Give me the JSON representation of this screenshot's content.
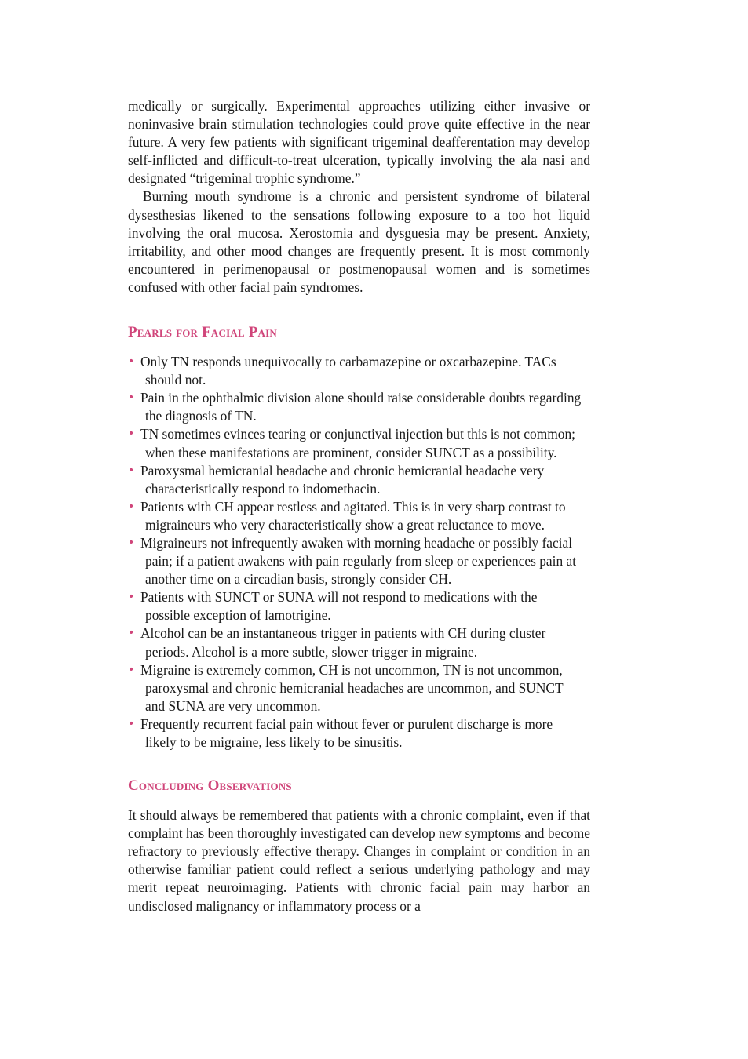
{
  "body": {
    "para1": "medically or surgically. Experimental approaches utilizing either invasive or noninvasive brain stimulation technologies could prove quite effective in the near future. A very few patients with significant trigeminal deafferentation may develop self-inflicted and difficult-to-treat ulceration, typically involving the ala nasi and designated “trigeminal trophic syndrome.”",
    "para2": "Burning mouth syndrome is a chronic and persistent syndrome of bilateral dysesthesias likened to the sensations following exposure to a too hot liquid involving the oral mucosa. Xerostomia and dysguesia may be present. Anxiety, irritability, and other mood changes are frequently present. It is most commonly encountered in perimenopausal or postmenopausal women and is sometimes confused with other facial pain syndromes."
  },
  "pearls": {
    "heading": "Pearls for Facial Pain",
    "bullet_glyph": "•",
    "items": [
      "Only TN responds unequivocally to carbamazepine or oxcarbazepine. TACs should not.",
      "Pain in the ophthalmic division alone should raise considerable doubts regarding the diagnosis of TN.",
      "TN sometimes evinces tearing or conjunctival injection but this is not common; when these manifestations are prominent, consider SUNCT as a possibility.",
      "Paroxysmal hemicranial headache and chronic hemicranial headache very characteristically respond to indomethacin.",
      "Patients with CH appear restless and agitated. This is in very sharp contrast to migraineurs who very characteristically show a great reluctance to move.",
      "Migraineurs not infrequently awaken with morning headache or possibly facial pain; if a patient awakens with pain regularly from sleep or experiences pain at another time on a circadian basis, strongly consider CH.",
      "Patients with SUNCT or SUNA will not respond to medications with the possible exception of lamotrigine.",
      "Alcohol can be an instantaneous trigger in patients with CH during cluster periods. Alcohol is a more subtle, slower trigger in migraine.",
      "Migraine is extremely common, CH is not uncommon, TN is not uncommon, paroxysmal and chronic hemicranial headaches are uncommon, and SUNCT and SUNA are very uncommon.",
      "Frequently recurrent facial pain without fever or purulent discharge is more likely to be migraine, less likely to be sinusitis."
    ]
  },
  "concluding": {
    "heading": "Concluding Observations",
    "para": "It should always be remembered that patients with a chronic complaint, even if that complaint has been thoroughly investigated can develop new symptoms and become refractory to previously effective therapy. Changes in complaint or condition in an otherwise familiar patient could reflect a serious underlying pathology and may merit repeat neuroimaging. Patients with chronic facial pain may harbor an undisclosed malignancy or inflammatory process or a"
  },
  "colors": {
    "heading": "#d0457a",
    "bullet": "#d0457a",
    "text": "#1a1a1a",
    "background": "#ffffff"
  }
}
